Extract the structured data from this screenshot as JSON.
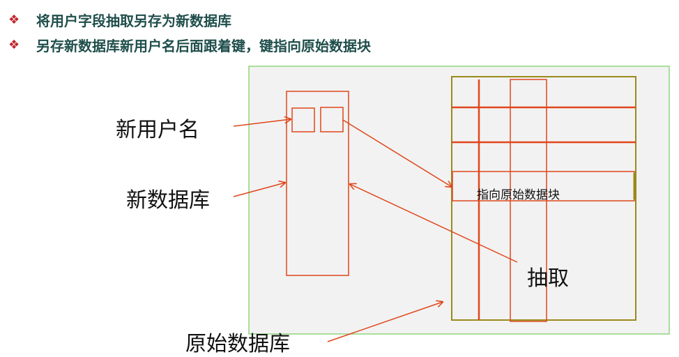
{
  "bullets": [
    {
      "icon": "diamond-bullet-icon",
      "text": "将用户字段抽取另存为新数据库"
    },
    {
      "icon": "diamond-bullet-icon",
      "text": "另存新数据库新用户名后面跟着键，键指向原始数据块"
    }
  ],
  "labels": {
    "new_username": "新用户名",
    "new_database": "新数据库",
    "original_database": "原始数据库",
    "extract": "抽取",
    "points_to_block": "指向原始数据块"
  },
  "colors": {
    "bullet_mark": "#c0262d",
    "bullet_text": "#1f4e4b",
    "arrow": "#e0461b",
    "panel_border": "#8fd67f",
    "panel_fill": "#f2f2f2",
    "grid_border": "#9a8a1a"
  }
}
